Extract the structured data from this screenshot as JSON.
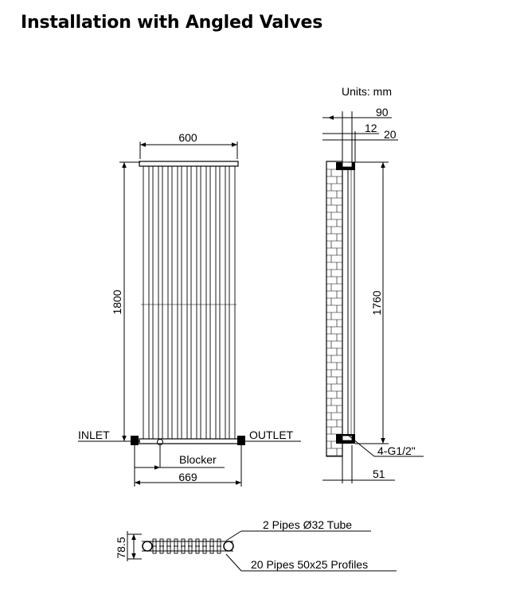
{
  "title": "Installation with Angled Valves",
  "units": "Units: mm",
  "front_view": {
    "width": "600",
    "height": "1800",
    "inlet": "INLET",
    "outlet": "OUTLET",
    "blocker": "Blocker",
    "valve_spacing": "669"
  },
  "side_view": {
    "dim_90": "90",
    "dim_12": "12",
    "dim_20": "20",
    "dim_1760": "1760",
    "fitting": "4-G1/2\"",
    "dim_51": "51"
  },
  "section_view": {
    "depth": "78.5",
    "tube_label": "2 Pipes Ø32  Tube",
    "profile_label": "20 Pipes 50x25   Profiles"
  },
  "colors": {
    "line": "#000000",
    "background": "#ffffff"
  }
}
